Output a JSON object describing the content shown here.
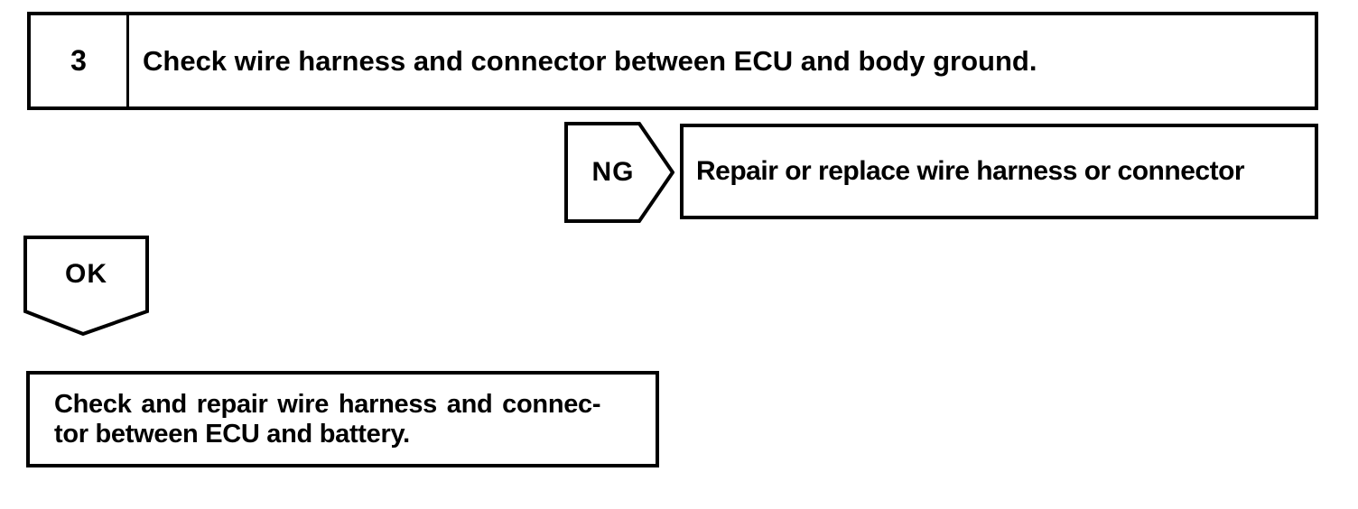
{
  "page": {
    "background_color": "#ffffff",
    "ink_color": "#000000",
    "kind": "diagnostic-flowchart"
  },
  "flowchart": {
    "step": {
      "number": "3",
      "instruction": "Check wire harness and connector between ECU and body ground."
    },
    "ng_branch": {
      "label": "NG",
      "action": "Repair or replace wire harness or connector"
    },
    "ok_branch": {
      "label": "OK"
    },
    "result": {
      "lines": [
        "Check and repair wire harness and connec-",
        "tor between ECU and battery."
      ]
    }
  }
}
